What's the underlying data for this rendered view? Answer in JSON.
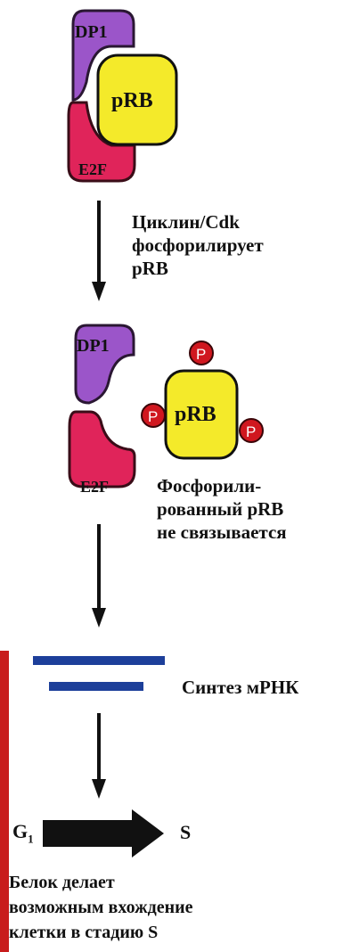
{
  "complex1": {
    "dp1": "DP1",
    "prb": "pRB",
    "e2f": "E2F"
  },
  "complex2": {
    "dp1": "DP1",
    "e2f": "E2F"
  },
  "free_prb": {
    "label": "pRB",
    "phospho": "P"
  },
  "step1": {
    "line1": "Циклин/Cdk",
    "line2": "фосфорилирует",
    "line3": "pRB"
  },
  "step2": {
    "line1": "Фосфорили-",
    "line2": "рованный pRB",
    "line3": "не связывается"
  },
  "mrna": {
    "label": "Синтез мРНК"
  },
  "transition": {
    "from_letter": "G",
    "from_sub": "1",
    "to": "S"
  },
  "conclusion": {
    "line1": "Белок делает",
    "line2": "возможным вхождение",
    "line3": "клетки в стадию S"
  },
  "colors": {
    "dp1": "#9b55c9",
    "e2f": "#e0245a",
    "prb": "#f4ea2a",
    "phospho": "#d0171f",
    "mrna": "#1d3f9a",
    "arrow": "#111111",
    "edge": "#c81c1c"
  }
}
